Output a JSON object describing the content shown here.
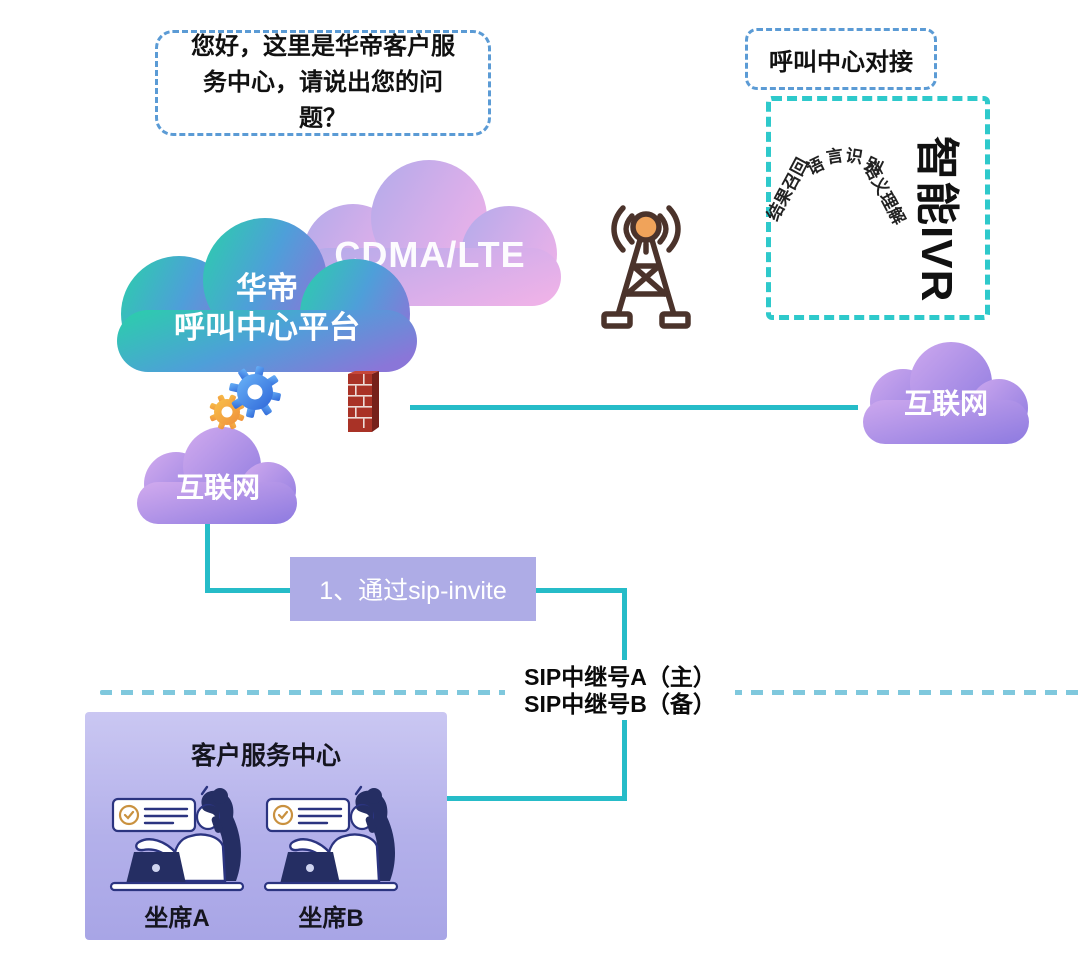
{
  "speech_bubble": {
    "text": "您好，这里是华帝客户服务中心，请说出您的问题？"
  },
  "ivr": {
    "header": "呼叫中心对接",
    "title": "智能IVR",
    "arc_chars": [
      "语",
      "言",
      "识",
      "别"
    ],
    "left_label": "结果召回",
    "right_label": "语义理解"
  },
  "network": {
    "cdma_cloud": "CDMA/LTE",
    "platform_line1": "华帝",
    "platform_line2": "呼叫中心平台",
    "internet_right": "互联网",
    "internet_left": "互联网"
  },
  "flow": {
    "sip_invite": "1、通过sip-invite",
    "sip_trunk_a": "SIP中继号A（主）",
    "sip_trunk_b": "SIP中继号B（备）"
  },
  "service_center": {
    "title": "客户服务中心",
    "agents": [
      {
        "label": "坐席A"
      },
      {
        "label": "坐席B"
      }
    ]
  },
  "icons": {
    "tower": "cell-tower-icon",
    "gears": "gears-icon",
    "firewall": "firewall-icon",
    "robot": "robot-icon",
    "agent": "agent-icon"
  },
  "colors": {
    "line_teal": "#26bcc8",
    "divider_blue": "#7fc8dd",
    "callout_border_blue": "#5b9bd5",
    "ivr_border_teal": "#2ec9cb",
    "sip_box_purple": "#aeace6",
    "service_box_purple": "#b3b0ea",
    "cloud_platform_teal": "#2fc9b0",
    "cloud_platform_purple": "#8a76d8",
    "cloud_cdma_pink": "#ecb2e8",
    "cloud_internet_purple": "#8d7ae0"
  }
}
